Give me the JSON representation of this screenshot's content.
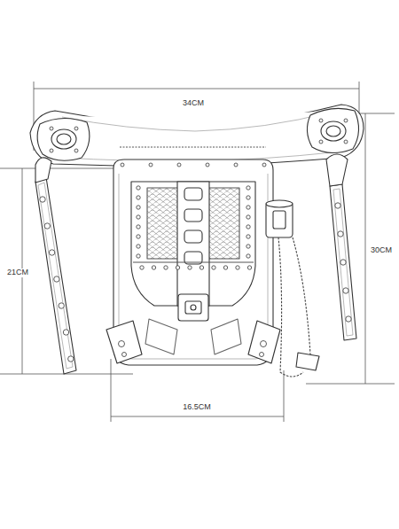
{
  "diagram": {
    "labels": [
      "34CM",
      "30CM",
      "21CM",
      "16.5CM"
    ]
  }
}
